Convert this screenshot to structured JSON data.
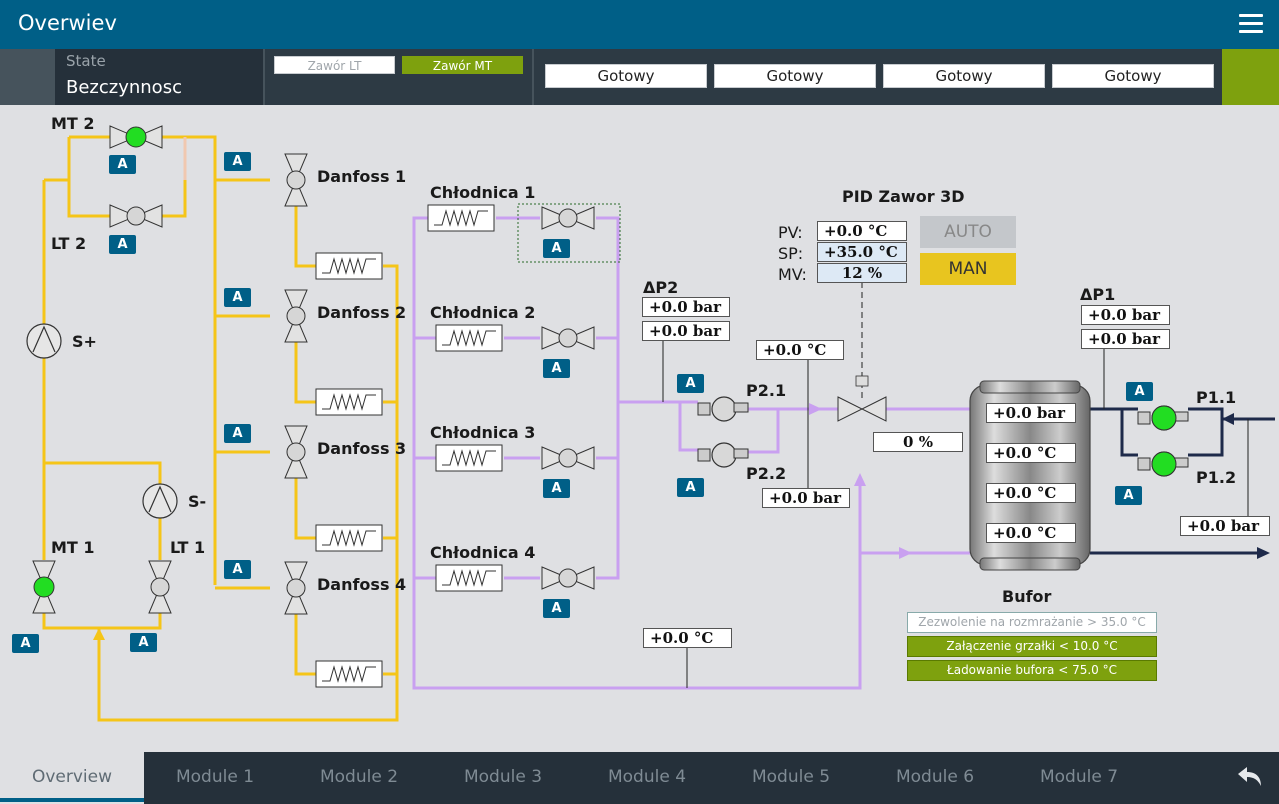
{
  "header": {
    "title": "Overwiev"
  },
  "status": {
    "state_label": "State",
    "state_value": "Bezczynnosc",
    "valve_lt": "Zawór LT",
    "valve_mt": "Zawór MT",
    "gotowy": [
      "Gotowy",
      "Gotowy",
      "Gotowy",
      "Gotowy"
    ]
  },
  "tags": {
    "mt2": "MT 2",
    "lt2": "LT 2",
    "s_plus": "S+",
    "s_minus": "S-",
    "mt1": "MT 1",
    "lt1": "LT 1",
    "danfoss1": "Danfoss 1",
    "danfoss2": "Danfoss 2",
    "danfoss3": "Danfoss 3",
    "danfoss4": "Danfoss 4",
    "chl1": "Chłodnica 1",
    "chl2": "Chłodnica 2",
    "chl3": "Chłodnica 3",
    "chl4": "Chłodnica 4",
    "dp2": "ΔP2",
    "dp1": "ΔP1",
    "p21": "P2.1",
    "p22": "P2.2",
    "p11": "P1.1",
    "p12": "P1.2",
    "bufor": "Bufor"
  },
  "mode_a": "A",
  "pid": {
    "title": "PID Zawor 3D",
    "pv_label": "PV:",
    "sp_label": "SP:",
    "mv_label": "MV:",
    "pv": "+0.0 °C",
    "sp": "+35.0 °C",
    "mv": "12 %",
    "auto": "AUTO",
    "man": "MAN"
  },
  "values": {
    "dp2_a": "+0.0 bar",
    "dp2_b": "+0.0 bar",
    "temp_mid": "+0.0 °C",
    "valve3d_pos": "0 %",
    "p_after": "+0.0 bar",
    "dp1_a": "+0.0 bar",
    "dp1_b": "+0.0 bar",
    "bufor_p": "+0.0 bar",
    "bufor_t1": "+0.0 °C",
    "bufor_t2": "+0.0 °C",
    "bufor_t3": "+0.0 °C",
    "return_p": "+0.0 bar",
    "bottom_t": "+0.0 °C"
  },
  "conditions": [
    {
      "label": "Zezwolenie na rozmrażanie > 35.0  °C",
      "active": false
    },
    {
      "label": "Załączenie grzałki < 10.0  °C",
      "active": true
    },
    {
      "label": "Ładowanie bufora < 75.0  °C",
      "active": true
    }
  ],
  "colors": {
    "header": "#005f87",
    "liquid": "#f5c518",
    "glycol": "#c9a0f0",
    "active_green": "#7ea10e",
    "pump_on": "#22dd22"
  },
  "nav": {
    "tabs": [
      "Overview",
      "Module 1",
      "Module 2",
      "Module 3",
      "Module 4",
      "Module 5",
      "Module 6",
      "Module 7"
    ],
    "back_icon": "back-arrow-icon"
  }
}
